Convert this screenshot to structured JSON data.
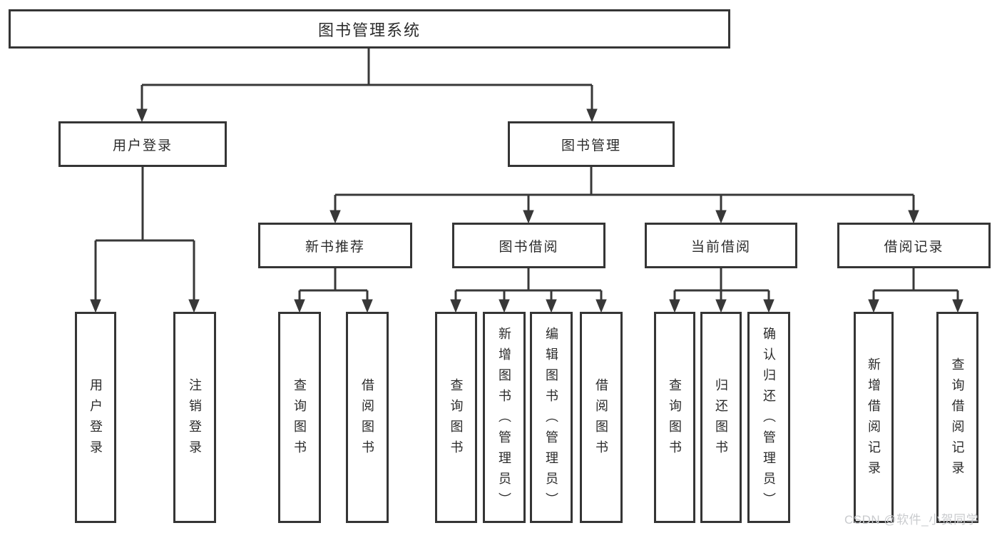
{
  "tree": {
    "root": {
      "label": "图书管理系统",
      "children": [
        {
          "label": "用户登录",
          "children": [
            {
              "label": "用户登录"
            },
            {
              "label": "注销登录"
            }
          ]
        },
        {
          "label": "图书管理",
          "children": [
            {
              "label": "新书推荐",
              "children": [
                {
                  "label": "查询图书"
                },
                {
                  "label": "借阅图书"
                }
              ]
            },
            {
              "label": "图书借阅",
              "children": [
                {
                  "label": "查询图书"
                },
                {
                  "label": "新增图书（管理员）"
                },
                {
                  "label": "编辑图书（管理员）"
                },
                {
                  "label": "借阅图书"
                }
              ]
            },
            {
              "label": "当前借阅",
              "children": [
                {
                  "label": "查询图书"
                },
                {
                  "label": "归还图书"
                },
                {
                  "label": "确认归还（管理员）"
                }
              ]
            },
            {
              "label": "借阅记录",
              "children": [
                {
                  "label": "新增借阅记录"
                },
                {
                  "label": "查询借阅记录"
                }
              ]
            }
          ]
        }
      ]
    }
  },
  "watermark": {
    "text": "CSDN @软件_小贺同学"
  },
  "colors": {
    "line": "#383838",
    "box_border": "#353535",
    "text": "#2b2b2b",
    "watermark": "#c9cbce",
    "background": "#ffffff"
  }
}
